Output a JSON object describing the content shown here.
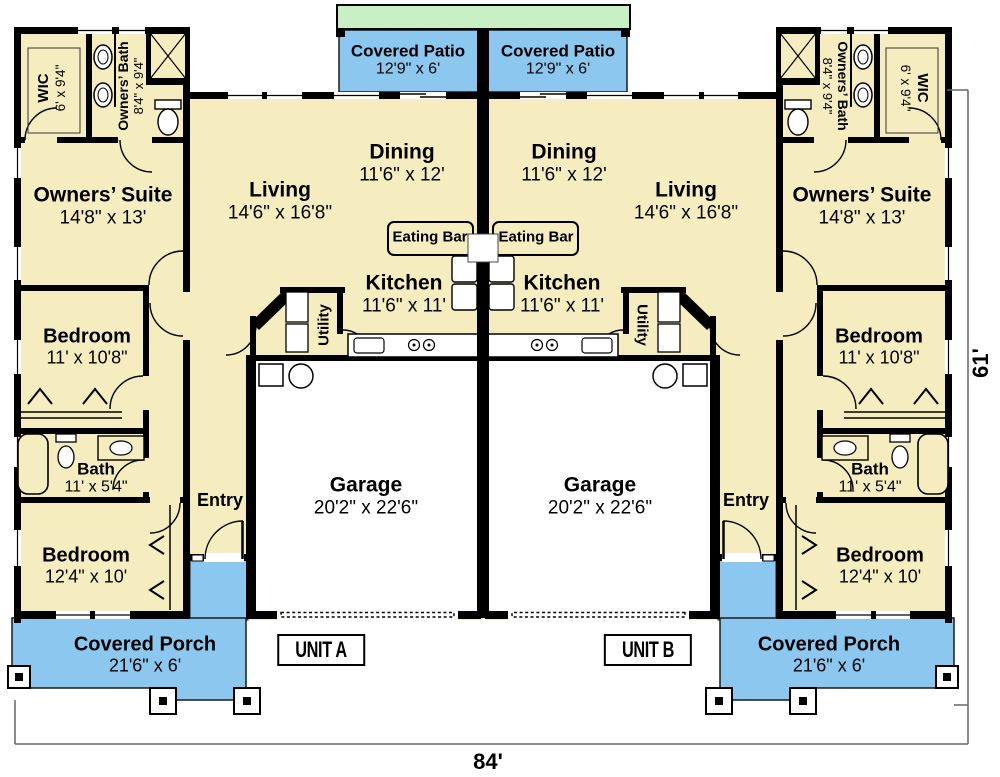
{
  "plan_type": "duplex-floor-plan",
  "rooms": {
    "wic": {
      "name": "WIC",
      "dims": "6' x 9'4\""
    },
    "owners_bath": {
      "name": "Owners’ Bath",
      "dims": "8'4\" x 9'4\""
    },
    "owners_suite": {
      "name": "Owners’ Suite",
      "dims": "14'8\" x 13'"
    },
    "living": {
      "name": "Living",
      "dims": "14'6\" x 16'8\""
    },
    "dining": {
      "name": "Dining",
      "dims": "11'6\" x 12'"
    },
    "kitchen": {
      "name": "Kitchen",
      "dims": "11'6\" x 11'"
    },
    "eating_bar": {
      "name": "Eating Bar"
    },
    "utility": {
      "name": "Utility"
    },
    "entry": {
      "name": "Entry"
    },
    "bedroom_mid": {
      "name": "Bedroom",
      "dims": "11' x 10'8\""
    },
    "bath": {
      "name": "Bath",
      "dims": "11' x 5'4\""
    },
    "bedroom_front": {
      "name": "Bedroom",
      "dims": "12'4\" x 10'"
    },
    "garage": {
      "name": "Garage",
      "dims": "20'2\" x 22'6\""
    },
    "covered_patio": {
      "name": "Covered Patio",
      "dims": "12'9\" x 6'"
    },
    "covered_porch": {
      "name": "Covered Porch",
      "dims": "21'6\" x 6'"
    }
  },
  "units": {
    "a": "UNIT A",
    "b": "UNIT B"
  },
  "dimensions": {
    "overall_width": "84'",
    "overall_height": "61'"
  },
  "colors": {
    "floor": "#F5EDBF",
    "porch_patio": "#8CC7F0",
    "patio_roof": "#C9EFC5",
    "wall": "#000000",
    "garage_floor": "#FFFFFF",
    "dimension_line": "#666666"
  }
}
